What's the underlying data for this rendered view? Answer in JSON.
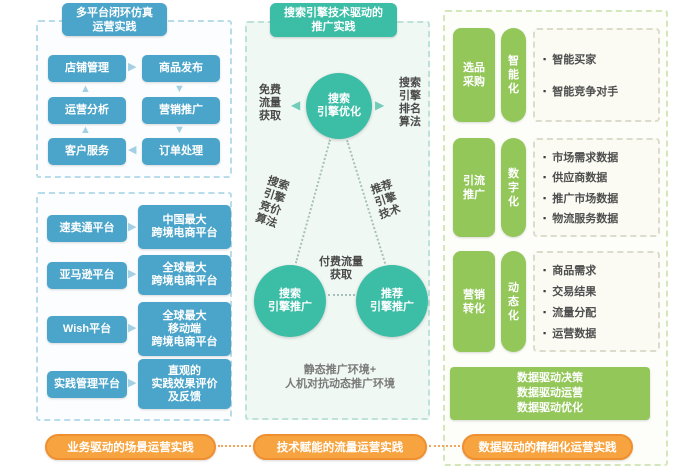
{
  "colors": {
    "blue": "#4ba4c9",
    "blue_arrow": "#a3d0e4",
    "teal": "#3cbda6",
    "teal_arrow": "#72ccba",
    "green": "#93c75a",
    "orange": "#f7a440",
    "orange_border": "#ef8f2f"
  },
  "icons": {
    "arrow_right": "▶",
    "arrow_left": "◀",
    "arrow_up": "▲",
    "arrow_down": "▼",
    "bullet": "▪"
  },
  "left_top": {
    "title": "多平台闭环仿真\n运营实践",
    "boxes": [
      "店铺管理",
      "商品发布",
      "运营分析",
      "营销推广",
      "客户服务",
      "订单处理"
    ]
  },
  "left_bottom": {
    "rows": [
      {
        "platform": "速卖通平台",
        "desc": "中国最大\n跨境电商平台"
      },
      {
        "platform": "亚马逊平台",
        "desc": "全球最大\n跨境电商平台"
      },
      {
        "platform": "Wish平台",
        "desc": "全球最大\n移动端\n跨境电商平台"
      },
      {
        "platform": "实践管理平台",
        "desc": "直观的\n实践效果评价\n及反馈"
      }
    ]
  },
  "middle": {
    "title": "搜索引擎技术驱动的\n推广实践",
    "circle_top": "搜索\n引擎优化",
    "circle_left": "搜索\n引擎推广",
    "circle_right": "推荐\n引擎推广",
    "label_free": "免费\n流量\n获取",
    "label_rank": "搜索\n引擎\n排名\n算法",
    "label_bid": "搜索\n引擎\n竞价\n算法",
    "label_rec": "推荐\n引擎\n技术",
    "label_paid": "付费流量\n获取",
    "env_note": "静态推广环境+\n人机对抗动态推广环境"
  },
  "right": {
    "rows": [
      {
        "stage": "选品\n采购",
        "mode": "智\n能\n化",
        "items": [
          "智能买家",
          "智能竞争对手"
        ]
      },
      {
        "stage": "引流\n推广",
        "mode": "数\n字\n化",
        "items": [
          "市场需求数据",
          "供应商数据",
          "推广市场数据",
          "物流服务数据"
        ]
      },
      {
        "stage": "营销\n转化",
        "mode": "动\n态\n化",
        "items": [
          "商品需求",
          "交易结果",
          "流量分配",
          "运营数据"
        ]
      }
    ],
    "summary": "数据驱动决策\n数据驱动运营\n数据驱动优化"
  },
  "footer": {
    "pills": [
      "业务驱动的场景运营实践",
      "技术赋能的流量运营实践",
      "数据驱动的精细化运营实践"
    ]
  }
}
